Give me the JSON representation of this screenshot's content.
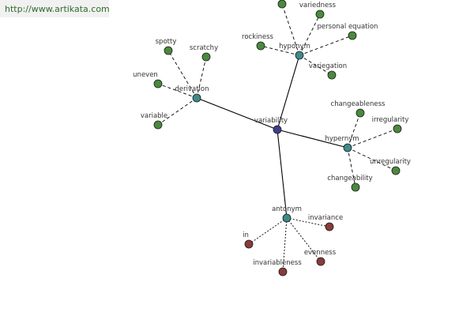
{
  "watermark": {
    "text": "http://www.artikata.com"
  },
  "colors": {
    "center": "#3b3f8c",
    "relation": "#3f8a8a",
    "related": "#4a8a3e",
    "antonym_leaf": "#8a3a3a",
    "edge": "#000000"
  },
  "graph": {
    "center": {
      "id": "center",
      "label": "variability"
    },
    "relations": [
      {
        "id": "hyponym",
        "label": "hyponym",
        "edge": "solid",
        "leaves": [
          {
            "id": "h1",
            "label": ""
          },
          {
            "id": "h2",
            "label": "variedness"
          },
          {
            "id": "h3",
            "label": "rockiness"
          },
          {
            "id": "h4",
            "label": "personal equation"
          },
          {
            "id": "h5",
            "label": "variegation"
          }
        ]
      },
      {
        "id": "derivation",
        "label": "derivation",
        "edge": "solid",
        "leaves": [
          {
            "id": "d1",
            "label": "spotty"
          },
          {
            "id": "d2",
            "label": "scratchy"
          },
          {
            "id": "d3",
            "label": "uneven"
          },
          {
            "id": "d4",
            "label": "variable"
          }
        ]
      },
      {
        "id": "hypernym",
        "label": "hypernym",
        "edge": "solid",
        "leaves": [
          {
            "id": "p1",
            "label": "changeableness"
          },
          {
            "id": "p2",
            "label": "irregularity"
          },
          {
            "id": "p3",
            "label": "unregularity"
          },
          {
            "id": "p4",
            "label": "changeability"
          }
        ]
      },
      {
        "id": "antonym",
        "label": "antonym",
        "edge": "solid",
        "leaves": [
          {
            "id": "a1",
            "label": "invariance"
          },
          {
            "id": "a2",
            "label": "in"
          },
          {
            "id": "a3",
            "label": "evenness"
          },
          {
            "id": "a4",
            "label": "invariableness"
          }
        ]
      }
    ]
  }
}
